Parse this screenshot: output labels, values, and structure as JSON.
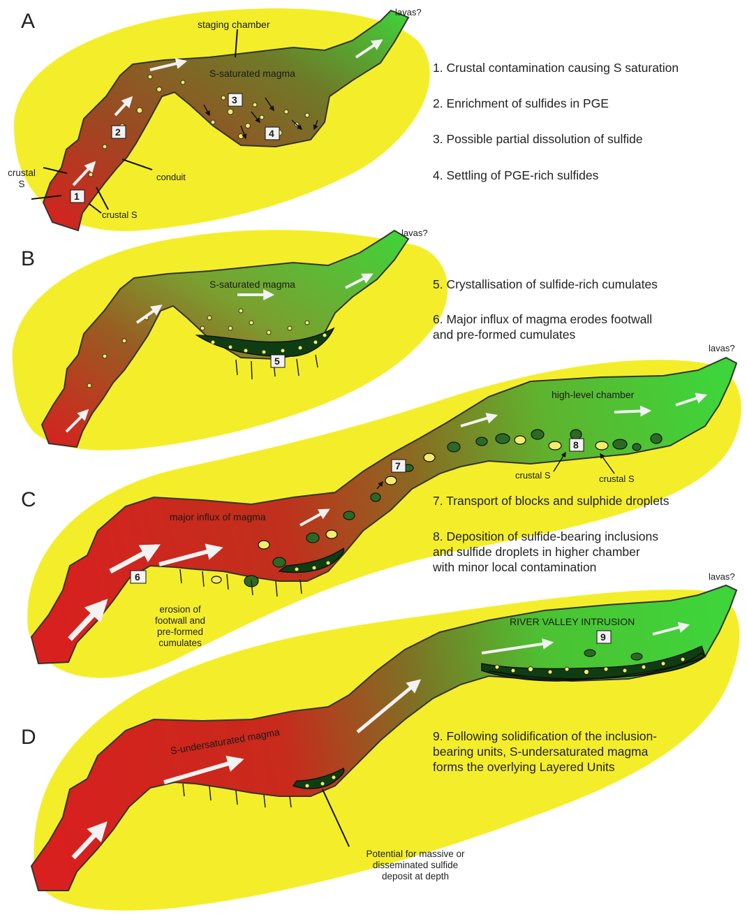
{
  "panels": [
    {
      "letter": "A",
      "lavas": "lavas?",
      "chamber_label": "staging chamber",
      "magma_label": "S-saturated magma",
      "labels": {
        "crustal_s_left": "crustal\nS",
        "conduit": "conduit",
        "crustal_s_bottom": "crustal S"
      },
      "markers": [
        "1",
        "2",
        "3",
        "4"
      ],
      "steps": [
        "1. Crustal contamination causing S saturation",
        "2. Enrichment of sulfides in PGE",
        "3. Possible partial dissolution of sulfide",
        "4. Settling of PGE-rich sulfides"
      ]
    },
    {
      "letter": "B",
      "lavas": "lavas?",
      "magma_label": "S-saturated magma",
      "markers": [
        "5"
      ],
      "steps": [
        "5. Crystallisation of sulfide-rich cumulates",
        "6. Major influx of magma erodes footwall\nand pre-formed cumulates"
      ]
    },
    {
      "letter": "C",
      "lavas": "lavas?",
      "chamber_label": "high-level chamber",
      "magma_label": "major influx of magma",
      "labels": {
        "crustal_s_1": "crustal S",
        "crustal_s_2": "crustal S",
        "erosion": "erosion of\nfootwall and\npre-formed\ncumulates"
      },
      "markers": [
        "6",
        "7",
        "8"
      ],
      "steps": [
        "7. Transport of blocks and sulphide droplets",
        "8. Deposition of sulfide-bearing inclusions\nand sulfide droplets in higher chamber\nwith minor local contamination"
      ]
    },
    {
      "letter": "D",
      "lavas": "lavas?",
      "chamber_label": "RIVER VALLEY INTRUSION",
      "magma_label": "S-undersaturated magma",
      "labels": {
        "deposit": "Potential for massive or\ndisseminated sulfide\ndeposit at depth"
      },
      "markers": [
        "9"
      ],
      "steps": [
        "9. Following solidification of the inclusion-\nbearing units, S-undersaturated magma\nforms the overlying Layered Units"
      ]
    }
  ],
  "colors": {
    "country_rock": "#f4ee2a",
    "magma_hot": "#d8201e",
    "magma_mid": "#8a6a22",
    "magma_cool": "#3ed43a",
    "cumulate": "#0f3d12",
    "sulfide": "#f3ec6a"
  }
}
